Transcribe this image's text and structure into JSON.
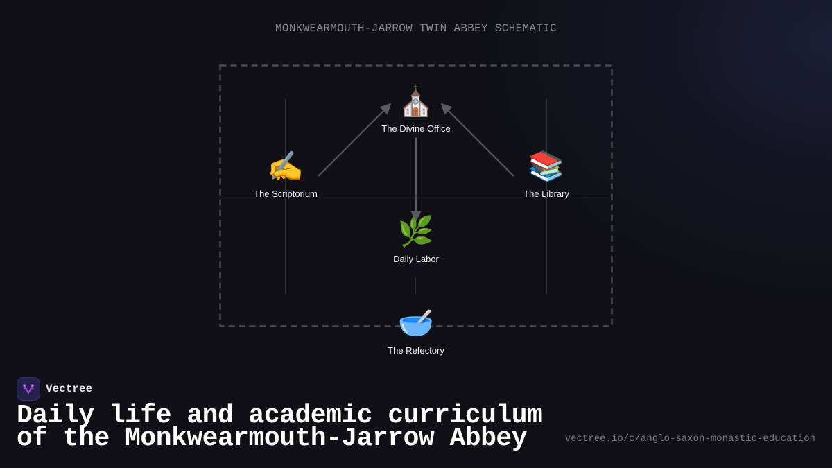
{
  "diagram": {
    "title": "MONKWEARMOUTH-JARROW TWIN ABBEY SCHEMATIC",
    "nodes": [
      {
        "id": "divine_office",
        "label": "The Divine Office",
        "icon": "church-icon",
        "glyph": "⛪"
      },
      {
        "id": "scriptorium",
        "label": "The Scriptorium",
        "icon": "writing-hand-icon",
        "glyph": "✍️"
      },
      {
        "id": "library",
        "label": "The Library",
        "icon": "books-icon",
        "glyph": "📚"
      },
      {
        "id": "daily_labor",
        "label": "Daily Labor",
        "icon": "herb-icon",
        "glyph": "🌿"
      },
      {
        "id": "refectory",
        "label": "The Refectory",
        "icon": "bowl-with-spoon-icon",
        "glyph": "🥣"
      }
    ],
    "edges": [
      {
        "from": "scriptorium",
        "to": "divine_office"
      },
      {
        "from": "library",
        "to": "divine_office"
      },
      {
        "from": "divine_office",
        "to": "daily_labor"
      }
    ],
    "colors": {
      "background": "#101016",
      "edge": "#5a5a5e",
      "boundary": "#4a4a4e",
      "grid": "#2e2e33",
      "label": "#f2f2f2"
    }
  },
  "footer": {
    "brand_name": "Vectree",
    "headline_line1": "Daily life and academic curriculum",
    "headline_line2": "of the Monkwearmouth-Jarrow Abbey",
    "url": "vectree.io/c/anglo-saxon-monastic-education",
    "brand_color": "#a84bd8"
  }
}
